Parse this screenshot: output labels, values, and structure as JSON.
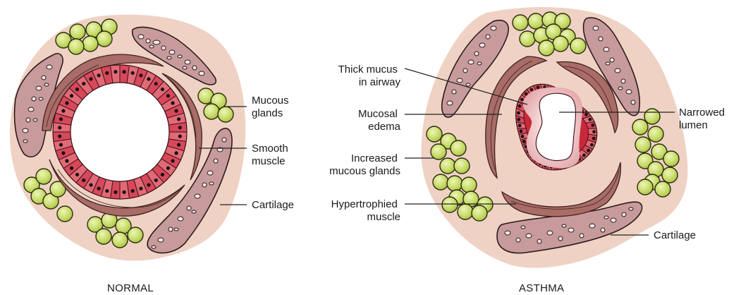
{
  "figure": {
    "panels": [
      {
        "id": "normal",
        "caption": "NORMAL",
        "labels": [
          {
            "text_lines": [
              "Mucous",
              "glands"
            ],
            "points_to": "mucous glands"
          },
          {
            "text_lines": [
              "Smooth",
              "muscle"
            ],
            "points_to": "smooth muscle"
          },
          {
            "text_lines": [
              "Cartilage"
            ],
            "points_to": "cartilage"
          }
        ]
      },
      {
        "id": "asthma",
        "caption": "ASTHMA",
        "labels": [
          {
            "text_lines": [
              "Thick mucus",
              "in airway"
            ],
            "points_to": "thick mucus"
          },
          {
            "text_lines": [
              "Mucosal",
              "edema"
            ],
            "points_to": "mucosal edema"
          },
          {
            "text_lines": [
              "Increased",
              "mucous glands"
            ],
            "points_to": "mucous glands"
          },
          {
            "text_lines": [
              "Hypertrophied",
              "muscle"
            ],
            "points_to": "smooth muscle"
          },
          {
            "text_lines": [
              "Narrowed",
              "lumen"
            ],
            "points_to": "lumen"
          },
          {
            "text_lines": [
              "Cartilage"
            ],
            "points_to": "cartilage"
          }
        ]
      }
    ],
    "colors": {
      "tissue": "#efd2c4",
      "cartilage": "#c79b9c",
      "muscle": "#a96c66",
      "gland": "#c8dc6a",
      "epithelium": "#c8283a",
      "lumen": "#ffffff"
    }
  }
}
